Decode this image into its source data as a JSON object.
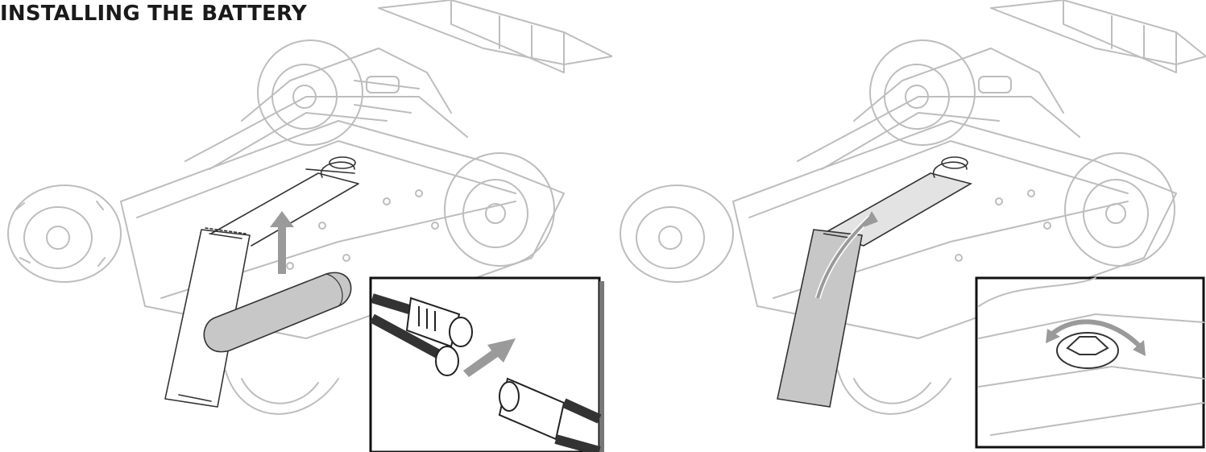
{
  "title": "INSTALLING THE BATTERY",
  "colors": {
    "line_art": "#bdbdbd",
    "battery_fill": "#c7c7c7",
    "arrow_gray": "#9a9a9a",
    "outline_dark": "#222222"
  },
  "icons": [
    "buggy-illustration",
    "battery-pack",
    "up-arrow",
    "rotate-arrow",
    "connector-plug",
    "latch-knob",
    "curved-arrow"
  ]
}
